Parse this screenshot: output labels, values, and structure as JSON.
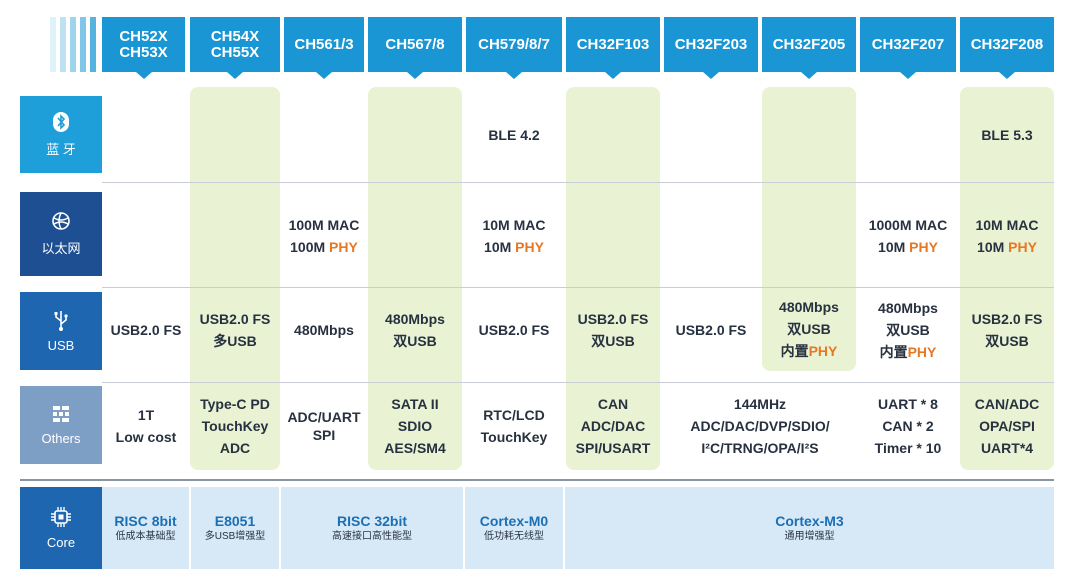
{
  "header_columns": [
    {
      "line1": "CH52X",
      "line2": "CH53X"
    },
    {
      "line1": "CH54X",
      "line2": "CH55X"
    },
    {
      "line1": "CH561/3",
      "line2": ""
    },
    {
      "line1": "CH567/8",
      "line2": ""
    },
    {
      "line1": "CH579/8/7",
      "line2": ""
    },
    {
      "line1": "CH32F103",
      "line2": ""
    },
    {
      "line1": "CH32F203",
      "line2": ""
    },
    {
      "line1": "CH32F205",
      "line2": ""
    },
    {
      "line1": "CH32F207",
      "line2": ""
    },
    {
      "line1": "CH32F208",
      "line2": ""
    }
  ],
  "rows": {
    "bluetooth": {
      "label": "蓝 牙",
      "icon": "bluetooth-icon",
      "cells": {
        "col4": "BLE 4.2",
        "col9": "BLE 5.3"
      }
    },
    "ethernet": {
      "label": "以太网",
      "icon": "globe-icon",
      "cells": {
        "col2": {
          "l1": "100M MAC",
          "l2a": "100M ",
          "l2b": "PHY"
        },
        "col4": {
          "l1": "10M MAC",
          "l2a": "10M ",
          "l2b": "PHY"
        },
        "col8": {
          "l1": "1000M MAC",
          "l2a": "10M ",
          "l2b": "PHY"
        },
        "col9": {
          "l1": "10M MAC",
          "l2a": "10M ",
          "l2b": "PHY"
        }
      }
    },
    "usb": {
      "label": "USB",
      "icon": "usb-icon",
      "cells": {
        "col0": {
          "l1": "USB2.0 FS"
        },
        "col1": {
          "l1": "USB2.0 FS",
          "l2": "多USB"
        },
        "col2": {
          "l1": "480Mbps"
        },
        "col3": {
          "l1": "480Mbps",
          "l2": "双USB"
        },
        "col4": {
          "l1": "USB2.0 FS"
        },
        "col5": {
          "l1": "USB2.0 FS",
          "l2": "双USB"
        },
        "col6": {
          "l1": "USB2.0 FS"
        },
        "col7": {
          "l1": "480Mbps",
          "l2": "双USB",
          "l3a": "内置",
          "l3b": "PHY"
        },
        "col8": {
          "l1": "480Mbps",
          "l2": "双USB",
          "l3a": "内置",
          "l3b": "PHY"
        },
        "col9": {
          "l1": "USB2.0 FS",
          "l2": "双USB"
        }
      }
    },
    "others": {
      "label": "Others",
      "icon": "grid-chip-icon",
      "cells": {
        "col0": {
          "l1": "1T",
          "l2": "Low cost"
        },
        "col1": {
          "l1": "Type-C PD",
          "l2": "TouchKey",
          "l3": "ADC"
        },
        "col2": {
          "l1": "ADC/UART",
          "l2": "SPI"
        },
        "col3": {
          "l1": "SATA II",
          "l2": "SDIO",
          "l3": "AES/SM4"
        },
        "col4": {
          "l1": "RTC/LCD",
          "l2": "TouchKey"
        },
        "col5": {
          "l1": "CAN",
          "l2": "ADC/DAC",
          "l3": "SPI/USART"
        },
        "col67": {
          "l1": "144MHz",
          "l2": "ADC/DAC/DVP/SDIO/",
          "l3": "I²C/TRNG/OPA/I²S"
        },
        "col8": {
          "l1": "UART * 8",
          "l2": "CAN * 2",
          "l3": "Timer * 10"
        },
        "col9": {
          "l1": "CAN/ADC",
          "l2": "OPA/SPI",
          "l3": "UART*4"
        }
      }
    }
  },
  "core": {
    "label": "Core",
    "icon": "cpu-icon",
    "groups": [
      {
        "main": "RISC 8bit",
        "sub": "低成本基础型"
      },
      {
        "main": "E8051",
        "sub": "多USB增强型"
      },
      {
        "main": "RISC 32bit",
        "sub": "高速接口高性能型"
      },
      {
        "main": "Cortex-M0",
        "sub": "低功耗无线型"
      },
      {
        "main": "Cortex-M3",
        "sub": "通用增强型"
      }
    ]
  },
  "colors": {
    "header_blue": "#1a96d4",
    "highlight_green": "#e9f2d3",
    "phy_orange": "#e87722",
    "core_bg": "#d7e9f6",
    "core_text": "#1a6fb6"
  }
}
